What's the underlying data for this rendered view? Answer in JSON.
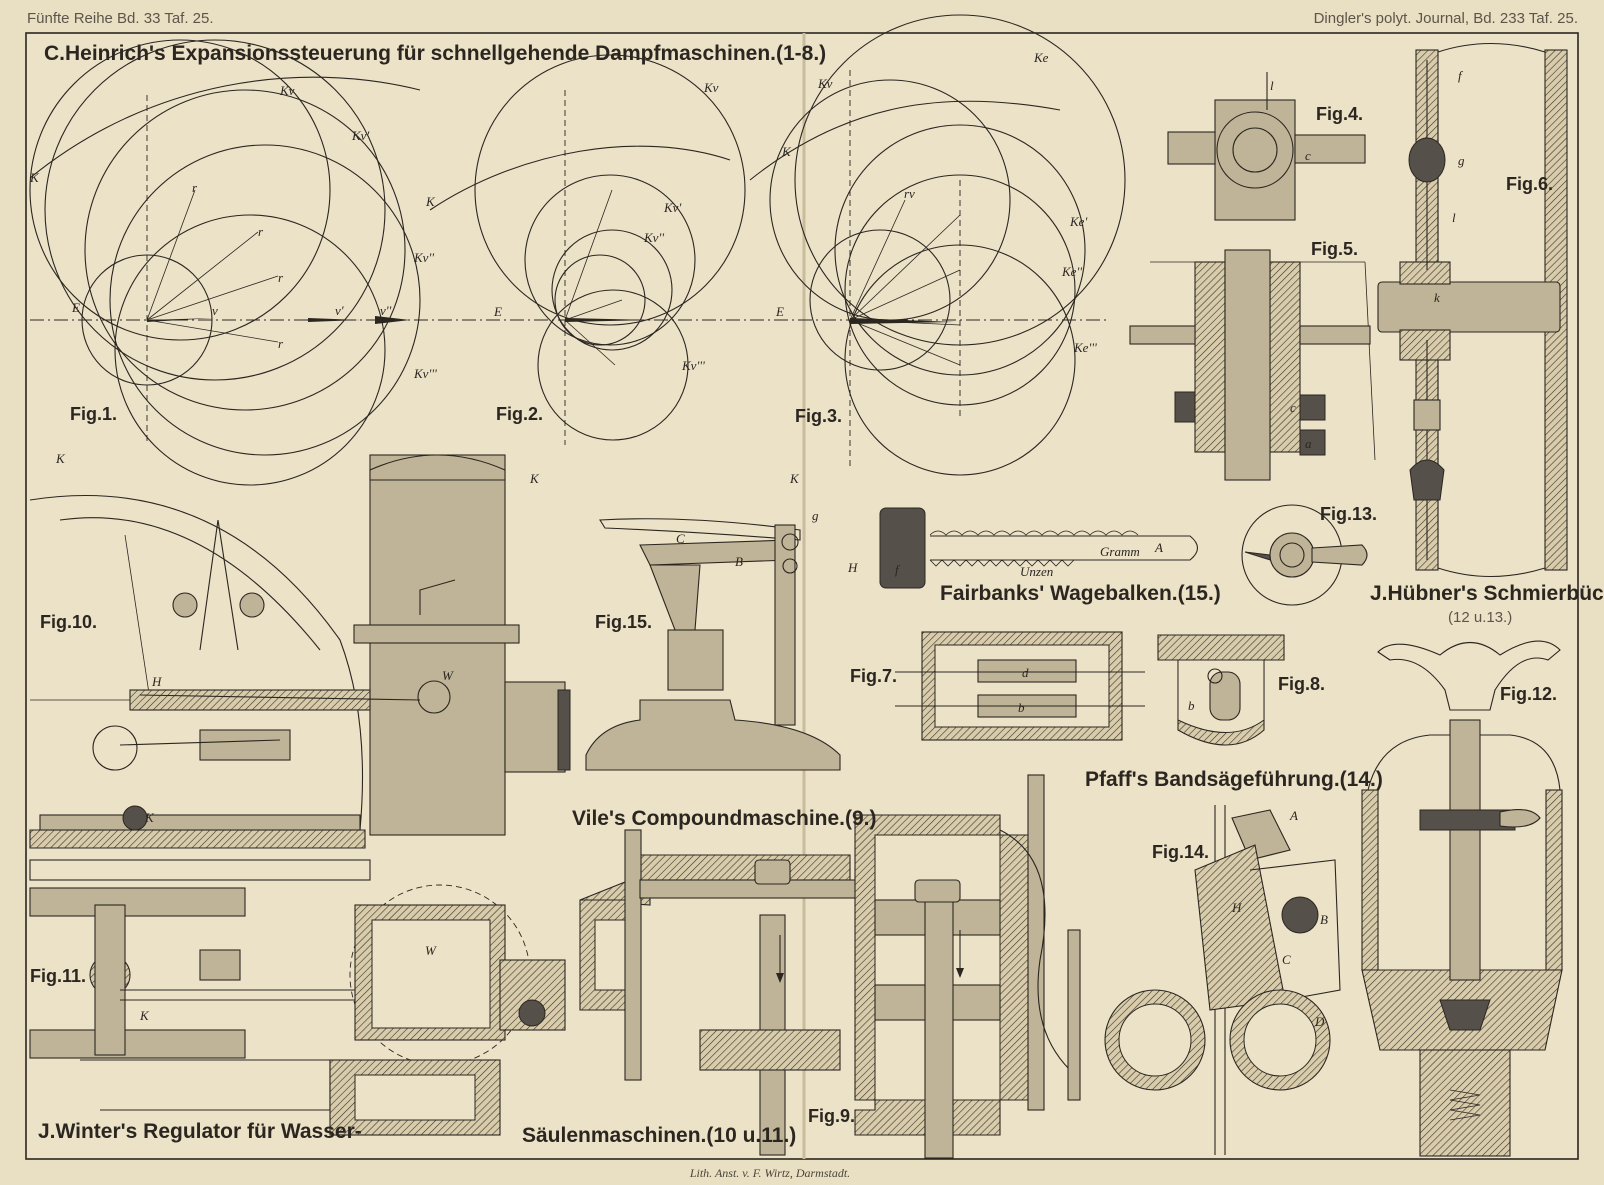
{
  "header": {
    "left": "Fünfte Reihe Bd. 33 Taf. 25.",
    "right": "Dingler's polyt. Journal, Bd. 233 Taf. 25."
  },
  "titles": {
    "heinrich": "C.Heinrich's Expansionssteuerung für schnellgehende Dampfmaschinen.(1-8.)",
    "fairbanks": "Fairbanks' Wagebalken.(15.)",
    "huebner": "J.Hübner's Schmierbüchse.",
    "huebner_figs": "(12 u.13.)",
    "pfaff": "Pfaff's Bandsägeführung.(14.)",
    "vile": "Vile's Compoundmaschine.(9.)",
    "winter_a": "J.Winter's Regulator für Wasser-",
    "winter_b": "Säulenmaschinen.(10 u.11.)"
  },
  "figures": {
    "fig1": "Fig.1.",
    "fig2": "Fig.2.",
    "fig3": "Fig.3.",
    "fig4": "Fig.4.",
    "fig5": "Fig.5.",
    "fig6": "Fig.6.",
    "fig7": "Fig.7.",
    "fig8": "Fig.8.",
    "fig9": "Fig.9.",
    "fig10": "Fig.10.",
    "fig11": "Fig.11.",
    "fig12": "Fig.12.",
    "fig13": "Fig.13.",
    "fig14": "Fig.14.",
    "fig15": "Fig.15."
  },
  "labels": {
    "Kv": "Kv",
    "Kv1": "Kv'",
    "Kv2": "Kv''",
    "Kv3": "Kv'''",
    "Ke": "Ke",
    "Ke1": "Ke'",
    "Ke2": "Ke''",
    "Ke3": "Ke'''",
    "K": "K",
    "E": "E",
    "r": "r",
    "rv": "rv",
    "v": "v",
    "v1": "v'",
    "v2": "v''",
    "gramm": "Gramm",
    "unzen": "Unzen",
    "A": "A",
    "B": "B",
    "C": "C",
    "D": "D",
    "H": "H",
    "W": "W",
    "f": "f",
    "g": "g",
    "l": "l",
    "c": "c",
    "d": "d",
    "b": "b",
    "a": "a",
    "k": "k"
  },
  "footer": "Lith. Anst. v. F. Wirtz, Darmstadt."
}
